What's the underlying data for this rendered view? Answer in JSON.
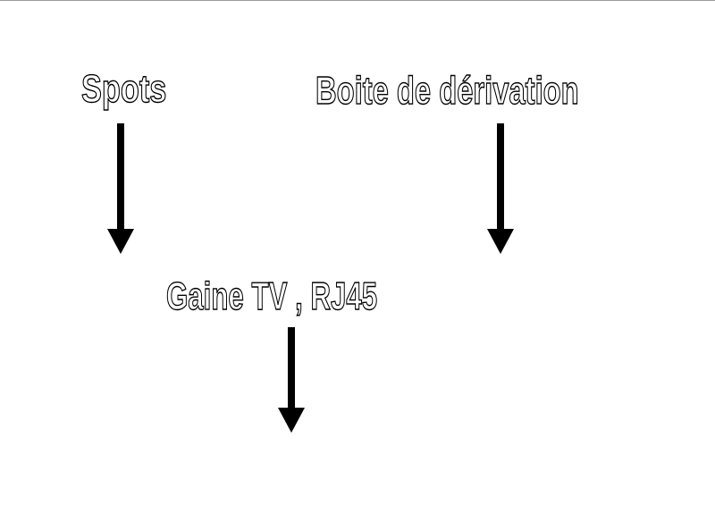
{
  "diagram": {
    "nodes": [
      {
        "id": "spots",
        "label": "Spots"
      },
      {
        "id": "boite",
        "label": "Boite de dérivation"
      },
      {
        "id": "gaine",
        "label": "Gaine TV , RJ45"
      }
    ],
    "arrows": [
      {
        "from": "spots",
        "direction": "down"
      },
      {
        "from": "boite",
        "direction": "down"
      },
      {
        "from": "gaine",
        "direction": "down"
      }
    ],
    "colors": {
      "background": "#ffffff",
      "text_fill": "#ffffff",
      "text_outline": "#000000",
      "arrow": "#000000"
    }
  }
}
